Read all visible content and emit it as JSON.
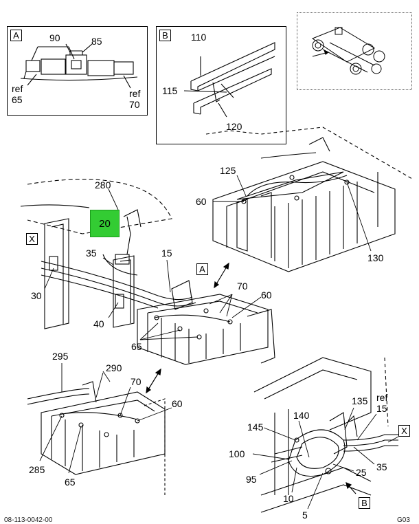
{
  "figure_ref": "08-113-0042-00",
  "sheet_code": "G03",
  "insets": {
    "a": {
      "letter": "A",
      "labels": {
        "p90": "90",
        "p85": "85",
        "ref65": "ref\n65",
        "ref70": "ref\n70"
      }
    },
    "b": {
      "letter": "B",
      "labels": {
        "p110": "110",
        "p115": "115",
        "p120": "120"
      }
    }
  },
  "callout_x_main": "X",
  "callout_x_right": "X",
  "callout_a_main": "A",
  "callout_b_main": "B",
  "highlight": {
    "label": "20",
    "color": "#33cc33"
  },
  "labels": {
    "p280": "280",
    "p35a": "35",
    "p15": "15",
    "p30": "30",
    "p40": "40",
    "p70a": "70",
    "p60a": "60",
    "p65a": "65",
    "p125": "125",
    "p60b": "60",
    "p130": "130",
    "p295": "295",
    "p290": "290",
    "p70b": "70",
    "p60c": "60",
    "p285": "285",
    "p65b": "65",
    "p135": "135",
    "ref15": "ref\n15",
    "p145": "145",
    "p140": "140",
    "p100": "100",
    "p95": "95",
    "p10": "10",
    "p5": "5",
    "p25": "25",
    "p35b": "35"
  }
}
